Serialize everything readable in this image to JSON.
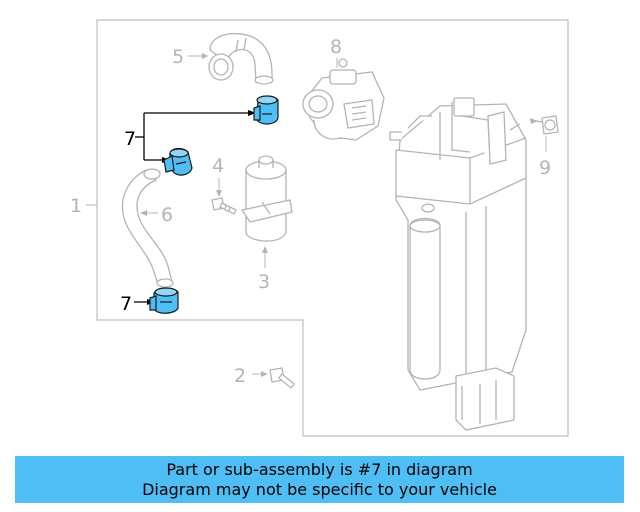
{
  "callouts": {
    "c1": "1",
    "c2": "2",
    "c3": "3",
    "c4": "4",
    "c5": "5",
    "c6": "6",
    "c7_top": "7",
    "c7_bottom": "7",
    "c8": "8",
    "c9": "9"
  },
  "banner": {
    "line1": "Part or sub-assembly is #7 in diagram",
    "line2": "Diagram may not be specific to your vehicle"
  },
  "colors": {
    "highlight": "#4fbef5",
    "banner": "#4fbef5",
    "outline": "#b4b4b4"
  }
}
